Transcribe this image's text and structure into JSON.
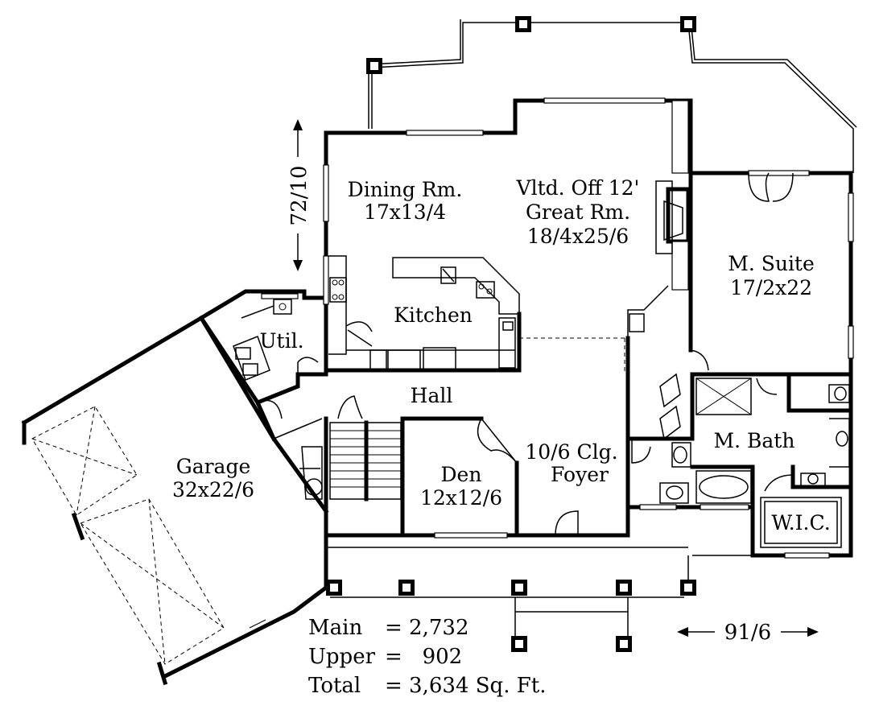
{
  "rooms": {
    "dining": {
      "name": "Dining Rm.",
      "size": "17x13/4"
    },
    "great": {
      "name1": "Vltd. Off 12'",
      "name2": "Great Rm.",
      "size": "18/4x25/6"
    },
    "kitchen": {
      "name": "Kitchen"
    },
    "util": {
      "name": "Util."
    },
    "hall": {
      "name": "Hall"
    },
    "garage": {
      "name": "Garage",
      "size": "32x22/6"
    },
    "den": {
      "name": "Den",
      "size": "12x12/6"
    },
    "foyer": {
      "name1": "10/6 Clg.",
      "name2": "Foyer"
    },
    "suite": {
      "name": "M. Suite",
      "size": "17/2x22"
    },
    "bath": {
      "name": "M. Bath"
    },
    "wic": {
      "name": "W.I.C."
    }
  },
  "dimensions": {
    "depth": "72/10",
    "width": "91/6"
  },
  "areas": [
    {
      "label": "Main",
      "eq": "= 2,732"
    },
    {
      "label": "Upper",
      "eq": "=   902"
    },
    {
      "label": "Total",
      "eq": "= 3,634 Sq. Ft."
    }
  ]
}
